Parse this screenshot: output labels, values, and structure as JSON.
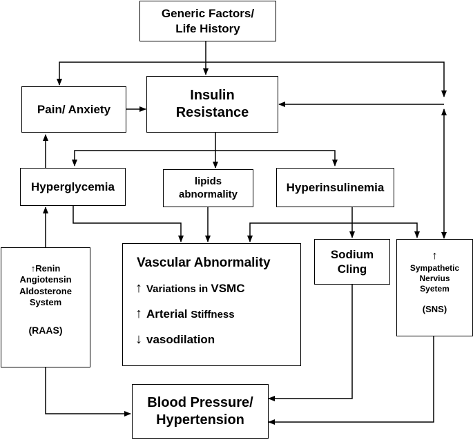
{
  "boxes": {
    "genetic": {
      "line1": "Generic Factors/",
      "line2": "Life History"
    },
    "pain": {
      "label": "Pain/ Anxiety"
    },
    "insulin": {
      "line1": "Insulin",
      "line2": "Resistance"
    },
    "hyperglycemia": {
      "label": "Hyperglycemia"
    },
    "lipids": {
      "line1": "lipids",
      "line2": "abnormality"
    },
    "hyperinsulinemia": {
      "label": "Hyperinsulinemia"
    },
    "raas": {
      "line1": "↑Renin",
      "line2": "Angiotensin",
      "line3": "Aldosterone",
      "line4": "System",
      "line5": "(RAAS)"
    },
    "vascular": {
      "title": "Vascular Abnormality",
      "line1_arrow": "↑",
      "line1_a": "Variations in ",
      "line1_b": "VSMC",
      "line2_arrow": "↑",
      "line2_a": "Arterial ",
      "line2_b": "Stiffness",
      "line3_arrow": "↓",
      "line3_a": "vasodilation"
    },
    "sodium": {
      "line1": "Sodium",
      "line2": "Cling"
    },
    "sns": {
      "arrow": "↑",
      "line1": "Sympathetic",
      "line2": "Nervius",
      "line3": "Syetem",
      "line4": "(SNS)"
    },
    "bp": {
      "line1": "Blood Pressure/",
      "line2": "Hypertension"
    }
  }
}
